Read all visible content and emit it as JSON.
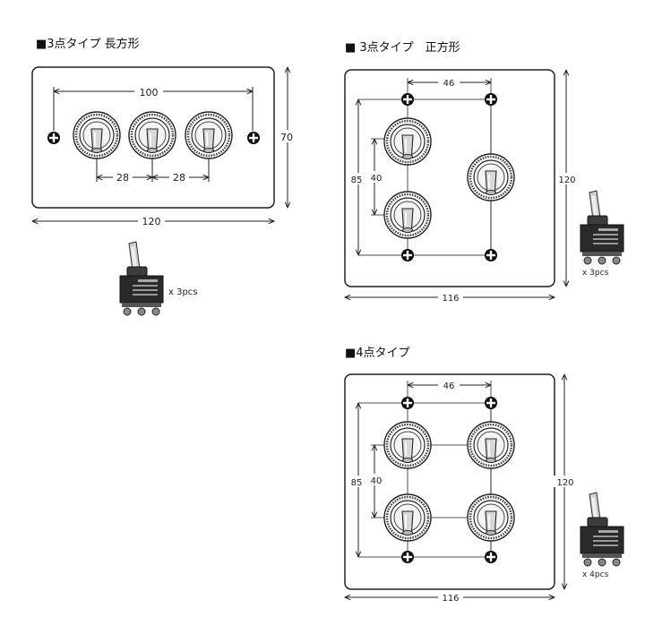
{
  "section_rect3": {
    "title": "■3点タイプ 長方形",
    "dim_width": "120",
    "dim_height": "70",
    "dim_screw_span": "100",
    "dim_pitch_1": "28",
    "dim_pitch_2": "28",
    "quantity": "x 3pcs"
  },
  "section_square3": {
    "title": "■ 3点タイプ　正方形",
    "dim_width": "116",
    "dim_height": "120",
    "dim_screw_h": "46",
    "dim_screw_v": "85",
    "dim_pitch": "40",
    "quantity": "x 3pcs"
  },
  "section_square4": {
    "title": "■4点タイプ",
    "dim_width": "116",
    "dim_height": "120",
    "dim_screw_h": "46",
    "dim_screw_v": "85",
    "dim_pitch": "40",
    "quantity": "x 4pcs"
  },
  "colors": {
    "line": "#222222",
    "switch_metal": "#dddddd",
    "switch_body": "#2a2a2a"
  }
}
